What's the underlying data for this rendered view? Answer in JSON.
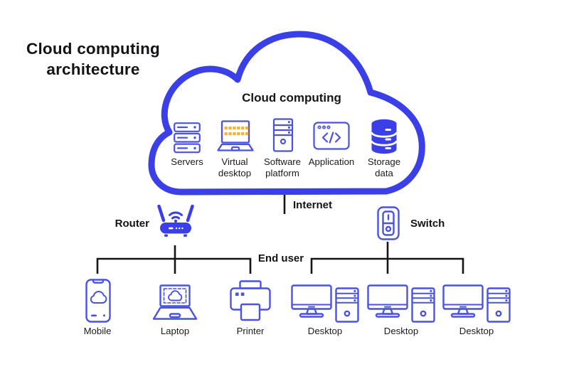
{
  "title": "Cloud computing architecture",
  "colors": {
    "blue": "#3b3fe8",
    "icon": "#4a52e2",
    "yellow": "#f8b32c",
    "ink": "#15151a",
    "line": "#151515"
  },
  "cloud": {
    "heading": "Cloud computing",
    "items": [
      {
        "label": "Servers",
        "icon": "servers-icon"
      },
      {
        "label": "Virtual desktop",
        "icon": "virtual-desktop-icon"
      },
      {
        "label": "Software platform",
        "icon": "software-platform-icon"
      },
      {
        "label": "Application",
        "icon": "application-icon"
      },
      {
        "label": "Storage data",
        "icon": "storage-data-icon"
      }
    ]
  },
  "network": {
    "internet": "Internet",
    "router": "Router",
    "switch": "Switch",
    "end_user": "End user"
  },
  "devices": [
    {
      "label": "Mobile",
      "icon": "mobile-icon"
    },
    {
      "label": "Laptop",
      "icon": "laptop-icon"
    },
    {
      "label": "Printer",
      "icon": "printer-icon"
    },
    {
      "label": "Desktop",
      "icon": "desktop-icon"
    },
    {
      "label": "Desktop",
      "icon": "desktop-icon"
    },
    {
      "label": "Desktop",
      "icon": "desktop-icon"
    }
  ]
}
